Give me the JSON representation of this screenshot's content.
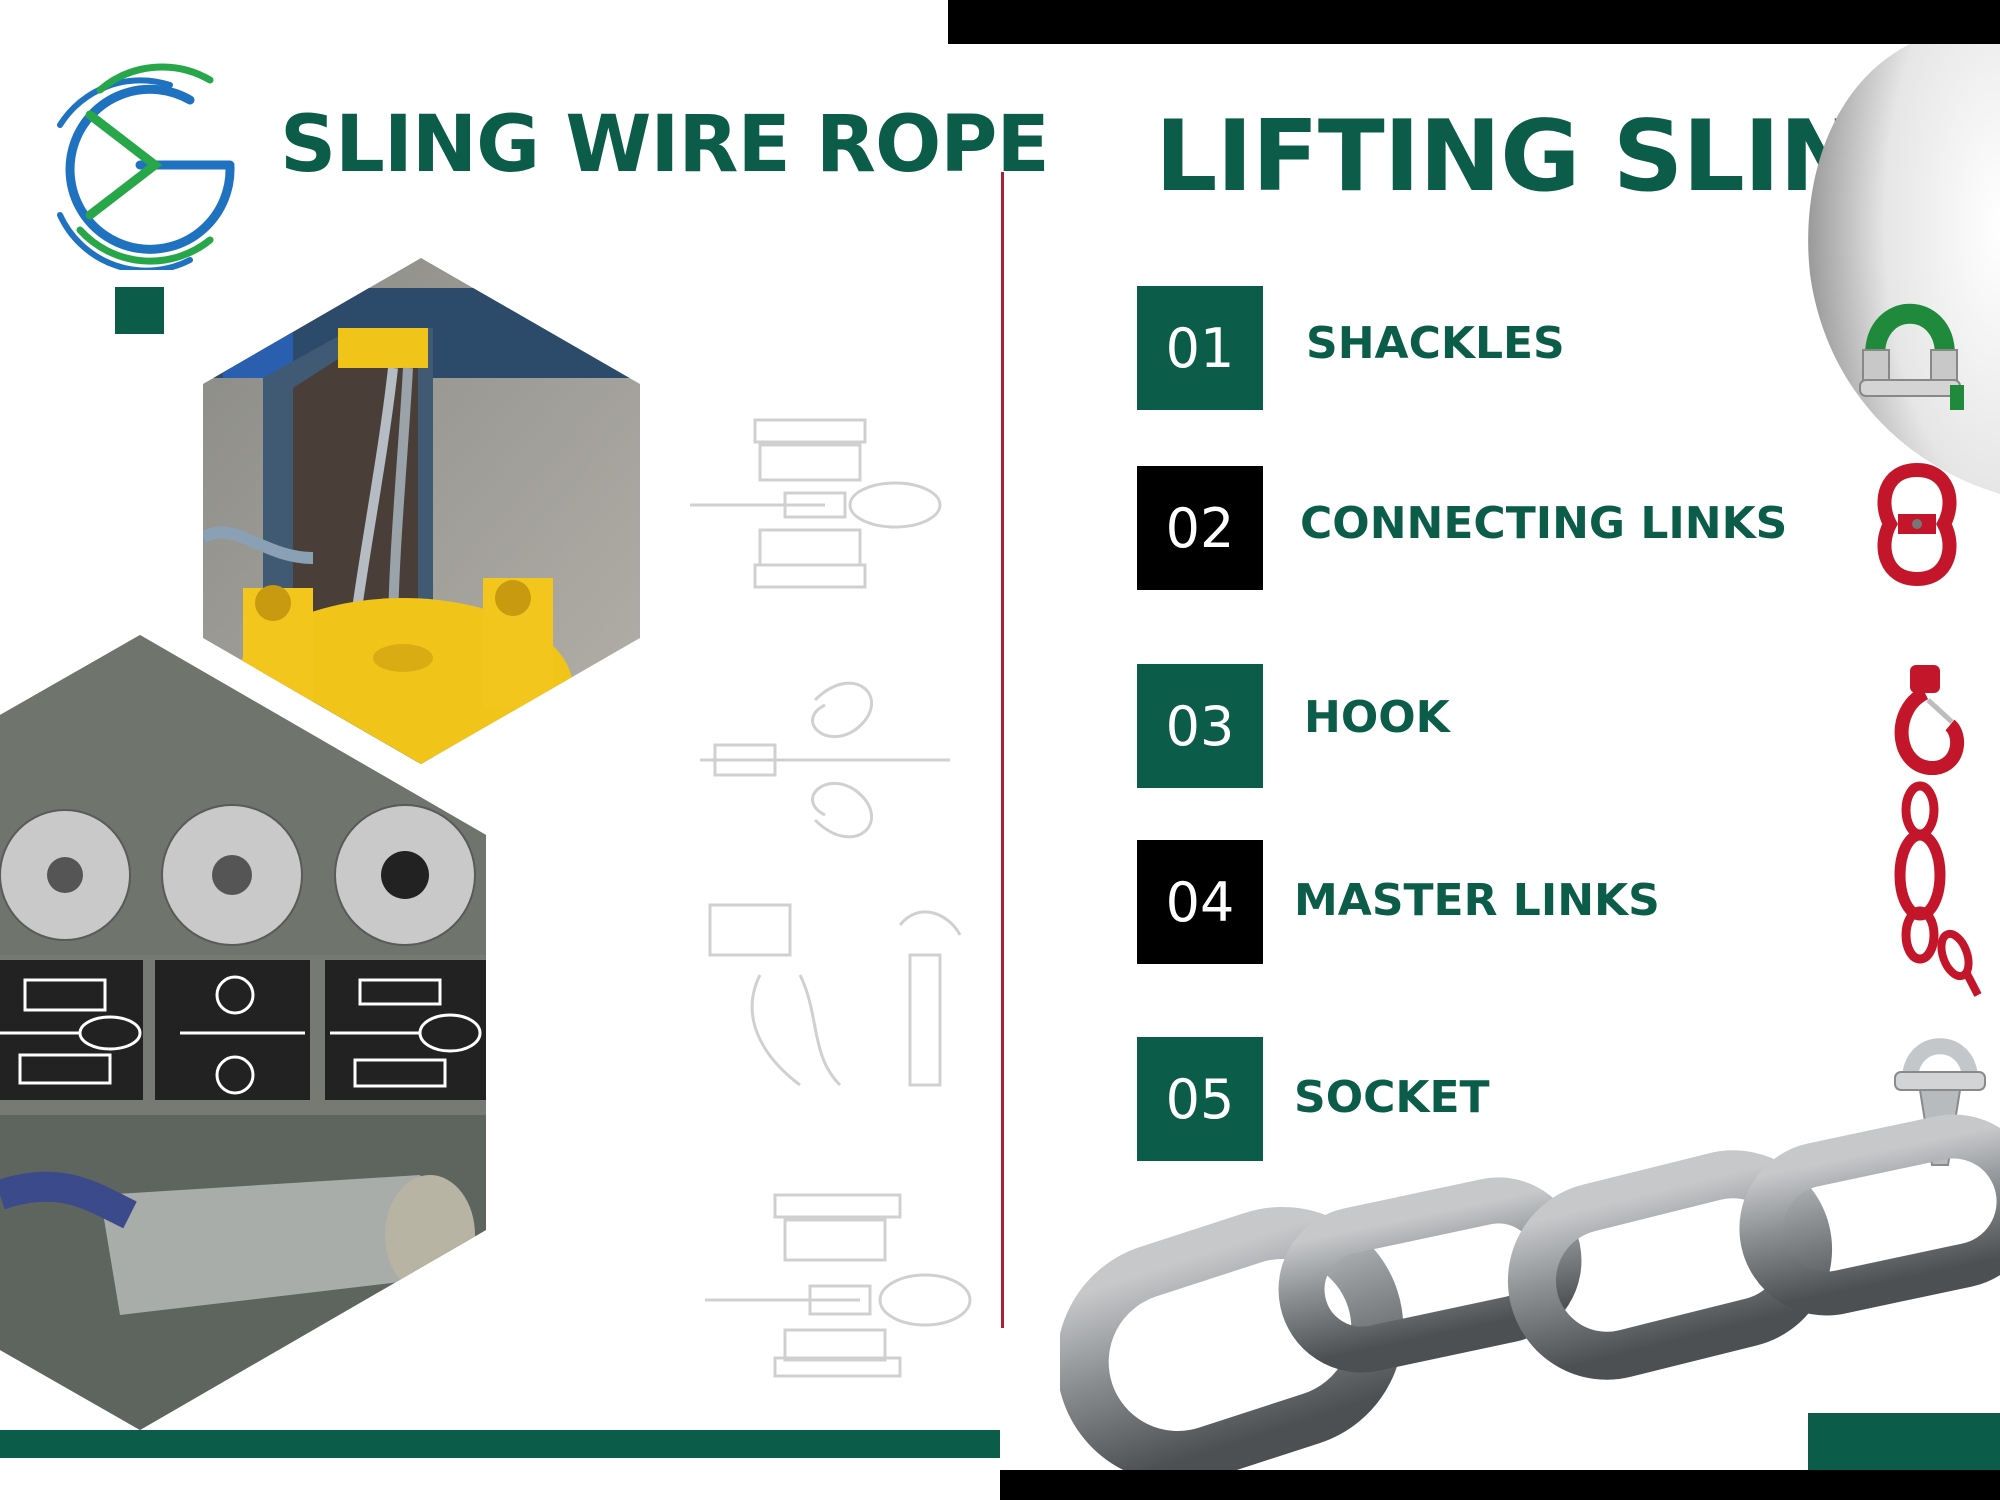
{
  "left": {
    "title": "SLING WIRE ROPE"
  },
  "right": {
    "title": "LIFTING SLING",
    "items": [
      {
        "number": "01",
        "label": "SHACKLES",
        "box": "green"
      },
      {
        "number": "02",
        "label": "CONNECTING LINKS",
        "box": "black"
      },
      {
        "number": "03",
        "label": "HOOK",
        "box": "green"
      },
      {
        "number": "04",
        "label": "MASTER LINKS",
        "box": "black"
      },
      {
        "number": "05",
        "label": "SOCKET",
        "box": "green"
      }
    ]
  },
  "colors": {
    "brand_green": "#0c5c4a",
    "black": "#000000",
    "divider": "#a8203c",
    "hook_red": "#c4162a",
    "shackle_green": "#1f8a3c",
    "logo_blue": "#1e72c0",
    "logo_green": "#28a64a"
  },
  "icons": [
    "company-logo",
    "shackle-icon",
    "connecting-link-icon",
    "hook-icon",
    "master-link-chain-icon",
    "socket-icon",
    "steel-chain-image"
  ]
}
